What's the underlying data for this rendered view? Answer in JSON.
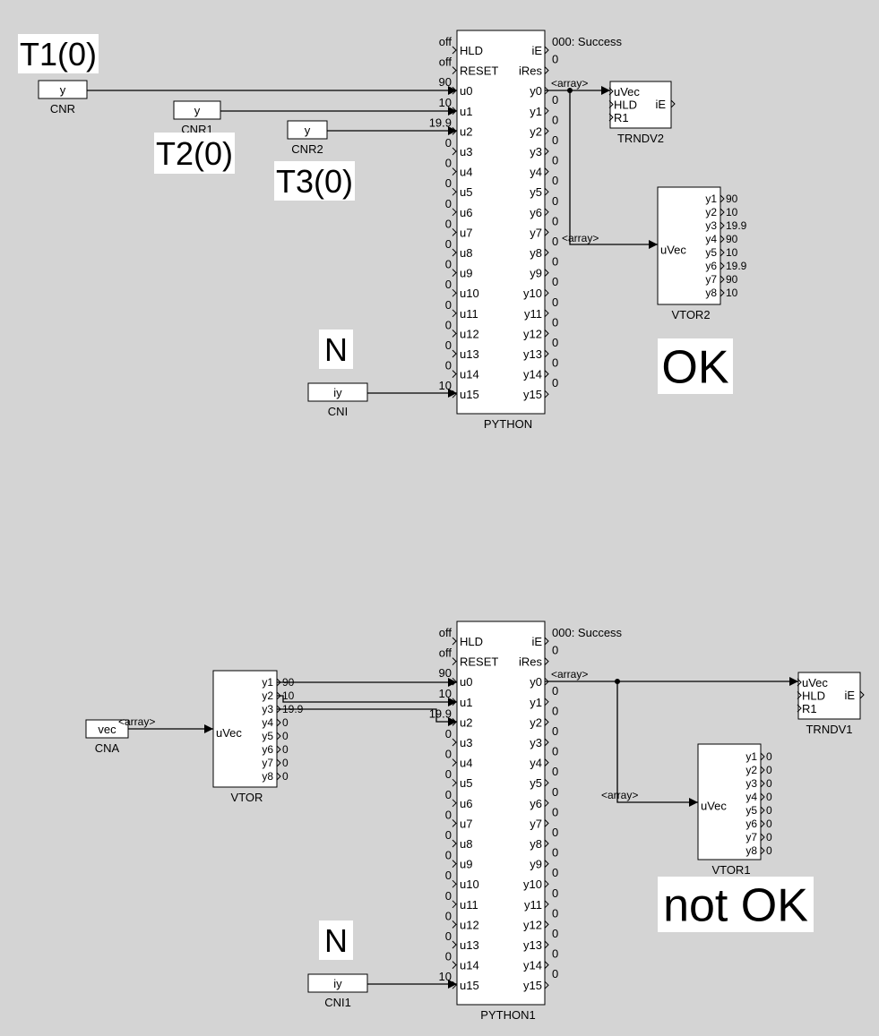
{
  "top": {
    "python": {
      "name": "PYTHON",
      "inputs": [
        "HLD",
        "RESET",
        "u0",
        "u1",
        "u2",
        "u3",
        "u4",
        "u5",
        "u6",
        "u7",
        "u8",
        "u9",
        "u10",
        "u11",
        "u12",
        "u13",
        "u14",
        "u15"
      ],
      "input_values": [
        "off",
        "off",
        "90",
        "10",
        "19.9",
        "0",
        "0",
        "0",
        "0",
        "0",
        "0",
        "0",
        "0",
        "0",
        "0",
        "0",
        "0",
        "10"
      ],
      "outputs": [
        "iE",
        "iRes",
        "y0",
        "y1",
        "y2",
        "y3",
        "y4",
        "y5",
        "y6",
        "y7",
        "y8",
        "y9",
        "y10",
        "y11",
        "y12",
        "y13",
        "y14",
        "y15"
      ],
      "output_values": [
        "000: Success",
        "0",
        "<array>",
        "0",
        "0",
        "0",
        "0",
        "0",
        "0",
        "0",
        "0",
        "0",
        "0",
        "0",
        "0",
        "0",
        "0",
        "0"
      ]
    },
    "cnr": {
      "name": "CNR",
      "value": "y",
      "label": "T1(0)"
    },
    "cnr1": {
      "name": "CNR1",
      "value": "y",
      "label": "T2(0)"
    },
    "cnr2": {
      "name": "CNR2",
      "value": "y",
      "label": "T3(0)"
    },
    "cni": {
      "name": "CNI",
      "value": "iy",
      "label": "N"
    },
    "trndv": {
      "name": "TRNDV2",
      "inputs": [
        "uVec",
        "HLD",
        "R1"
      ],
      "output": "iE"
    },
    "vtor": {
      "name": "VTOR2",
      "input": "uVec",
      "input_value": "<array>",
      "outputs": [
        "y1",
        "y2",
        "y3",
        "y4",
        "y5",
        "y6",
        "y7",
        "y8"
      ],
      "output_values": [
        "90",
        "10",
        "19.9",
        "90",
        "10",
        "19.9",
        "90",
        "10"
      ]
    },
    "status": "OK"
  },
  "bottom": {
    "python": {
      "name": "PYTHON1",
      "inputs": [
        "HLD",
        "RESET",
        "u0",
        "u1",
        "u2",
        "u3",
        "u4",
        "u5",
        "u6",
        "u7",
        "u8",
        "u9",
        "u10",
        "u11",
        "u12",
        "u13",
        "u14",
        "u15"
      ],
      "input_values": [
        "off",
        "off",
        "90",
        "10",
        "19.9",
        "0",
        "0",
        "0",
        "0",
        "0",
        "0",
        "0",
        "0",
        "0",
        "0",
        "0",
        "0",
        "10"
      ],
      "outputs": [
        "iE",
        "iRes",
        "y0",
        "y1",
        "y2",
        "y3",
        "y4",
        "y5",
        "y6",
        "y7",
        "y8",
        "y9",
        "y10",
        "y11",
        "y12",
        "y13",
        "y14",
        "y15"
      ],
      "output_values": [
        "000: Success",
        "0",
        "<array>",
        "0",
        "0",
        "0",
        "0",
        "0",
        "0",
        "0",
        "0",
        "0",
        "0",
        "0",
        "0",
        "0",
        "0",
        "0"
      ]
    },
    "cna": {
      "name": "CNA",
      "value": "vec",
      "output_value": "<array>"
    },
    "vtor_in": {
      "name": "VTOR",
      "input": "uVec",
      "outputs": [
        "y1",
        "y2",
        "y3",
        "y4",
        "y5",
        "y6",
        "y7",
        "y8"
      ],
      "output_values": [
        "90",
        "10",
        "19.9",
        "0",
        "0",
        "0",
        "0",
        "0"
      ]
    },
    "cni": {
      "name": "CNI1",
      "value": "iy",
      "label": "N"
    },
    "trndv": {
      "name": "TRNDV1",
      "inputs": [
        "uVec",
        "HLD",
        "R1"
      ],
      "output": "iE"
    },
    "vtor": {
      "name": "VTOR1",
      "input": "uVec",
      "input_value": "<array>",
      "outputs": [
        "y1",
        "y2",
        "y3",
        "y4",
        "y5",
        "y6",
        "y7",
        "y8"
      ],
      "output_values": [
        "0",
        "0",
        "0",
        "0",
        "0",
        "0",
        "0",
        "0",
        "0"
      ]
    },
    "status": "not OK"
  }
}
